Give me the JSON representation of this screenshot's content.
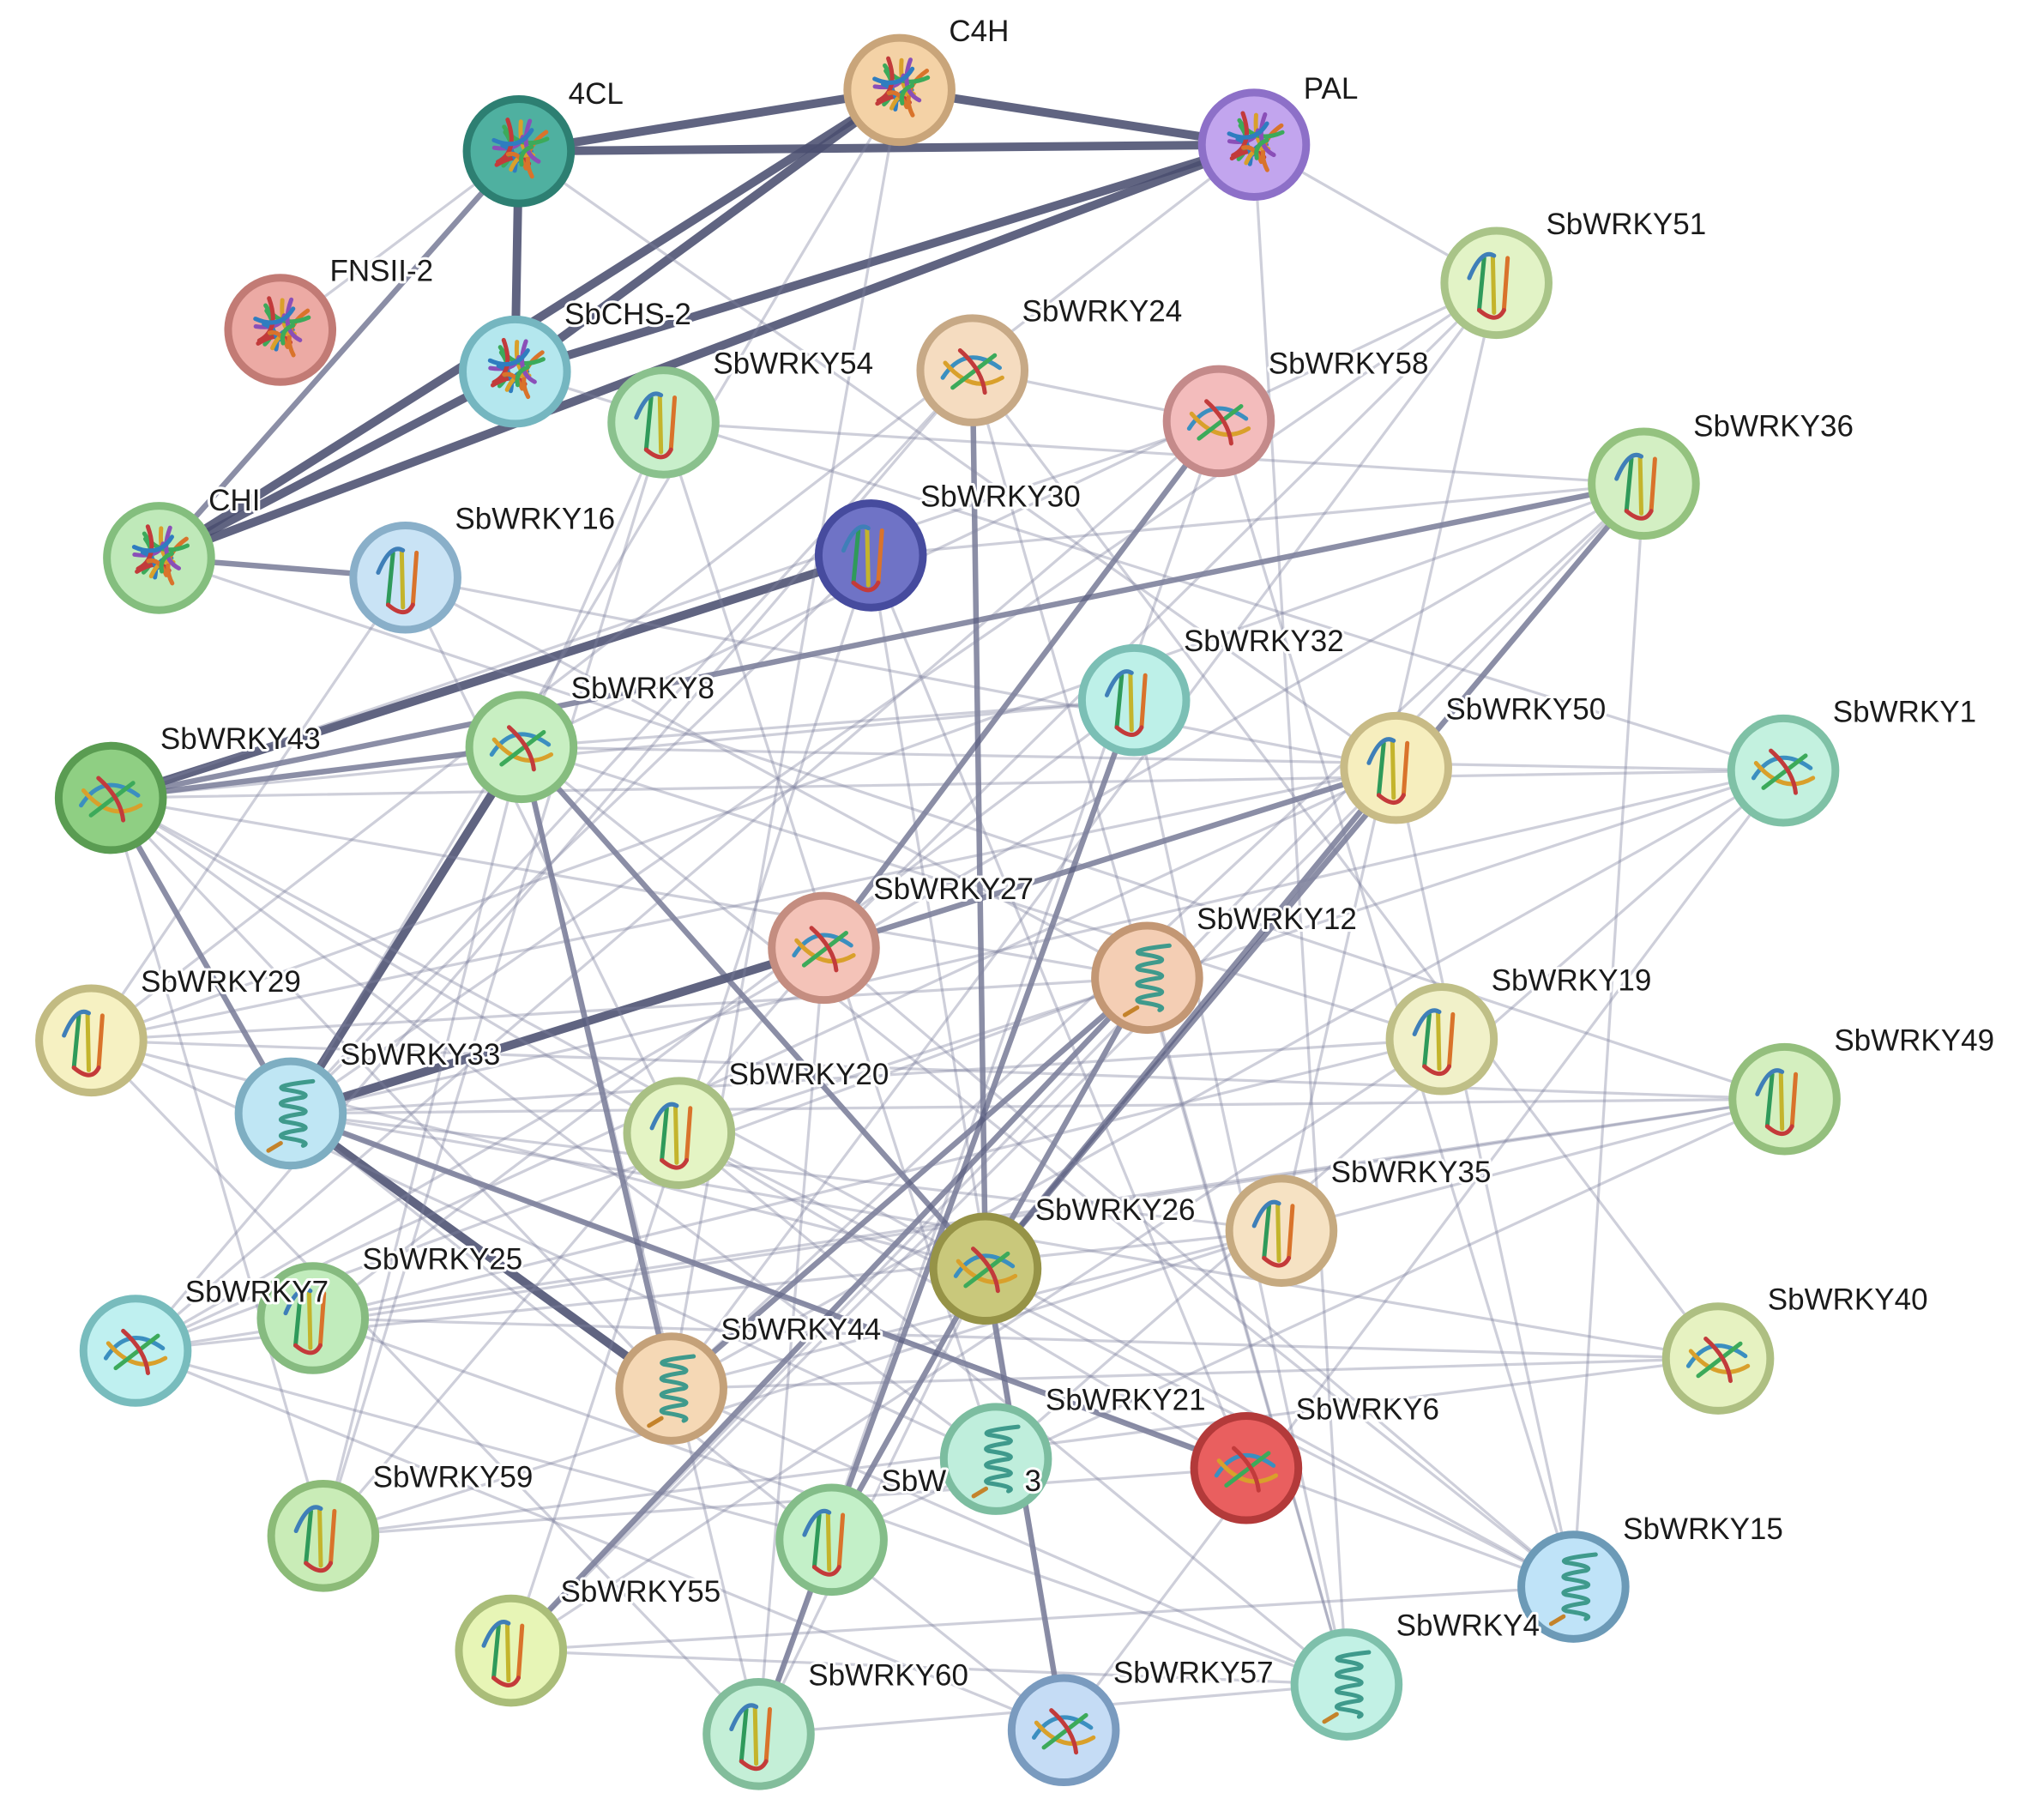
{
  "network": {
    "nodes": [
      {
        "id": "C4H",
        "label": "C4H",
        "color": "#f4d2a6",
        "ring": "#c9a57a",
        "glyph": "enzyme"
      },
      {
        "id": "PAL",
        "label": "PAL",
        "color": "#c2a5ee",
        "ring": "#8d70c8",
        "glyph": "enzyme"
      },
      {
        "id": "4CL",
        "label": "4CL",
        "color": "#4fb0a0",
        "ring": "#2d7f72",
        "glyph": "enzyme"
      },
      {
        "id": "FNSII-2",
        "label": "FNSII-2",
        "color": "#ecaaa4",
        "ring": "#c27b75",
        "glyph": "enzyme"
      },
      {
        "id": "SbCHS-2",
        "label": "SbCHS-2",
        "color": "#b4e7ee",
        "ring": "#75b6c0",
        "glyph": "enzyme"
      },
      {
        "id": "CHI",
        "label": "CHI",
        "color": "#bfe9b9",
        "ring": "#84be7e",
        "glyph": "enzyme"
      },
      {
        "id": "SbWRKY16",
        "label": "SbWRKY16",
        "color": "#c9e3f5",
        "ring": "#89afc9",
        "glyph": "sheet"
      },
      {
        "id": "SbWRKY54",
        "label": "SbWRKY54",
        "color": "#c8efcb",
        "ring": "#8ac18d",
        "glyph": "sheet"
      },
      {
        "id": "SbWRKY24",
        "label": "SbWRKY24",
        "color": "#f5dcc0",
        "ring": "#c7a986",
        "glyph": "twist"
      },
      {
        "id": "SbWRKY58",
        "label": "SbWRKY58",
        "color": "#f3bcbc",
        "ring": "#c48a8a",
        "glyph": "twist"
      },
      {
        "id": "SbWRKY51",
        "label": "SbWRKY51",
        "color": "#e2f3c6",
        "ring": "#a9c488",
        "glyph": "sheet"
      },
      {
        "id": "SbWRKY36",
        "label": "SbWRKY36",
        "color": "#d3efc3",
        "ring": "#94c27f",
        "glyph": "sheet"
      },
      {
        "id": "SbWRKY30",
        "label": "SbWRKY30",
        "color": "#6f73c6",
        "ring": "#464b9e",
        "glyph": "sheet"
      },
      {
        "id": "SbWRKY32",
        "label": "SbWRKY32",
        "color": "#bdf0e8",
        "ring": "#7bbfb5",
        "glyph": "sheet"
      },
      {
        "id": "SbWRKY8",
        "label": "SbWRKY8",
        "color": "#c8efc2",
        "ring": "#86bd7f",
        "glyph": "twist"
      },
      {
        "id": "SbWRKY43",
        "label": "SbWRKY43",
        "color": "#8fcf83",
        "ring": "#5a9c52",
        "glyph": "twist"
      },
      {
        "id": "SbWRKY50",
        "label": "SbWRKY50",
        "color": "#f6eebe",
        "ring": "#c8bb86",
        "glyph": "sheet"
      },
      {
        "id": "SbWRKY1",
        "label": "SbWRKY1",
        "color": "#c3f1df",
        "ring": "#7fc1a6",
        "glyph": "twist"
      },
      {
        "id": "SbWRKY27",
        "label": "SbWRKY27",
        "color": "#f4c3b8",
        "ring": "#c48d80",
        "glyph": "twist"
      },
      {
        "id": "SbWRKY12",
        "label": "SbWRKY12",
        "color": "#f4ceb4",
        "ring": "#c39774",
        "glyph": "helix"
      },
      {
        "id": "SbWRKY29",
        "label": "SbWRKY29",
        "color": "#f6f1c2",
        "ring": "#c2bb82",
        "glyph": "sheet"
      },
      {
        "id": "SbWRKY19",
        "label": "SbWRKY19",
        "color": "#f1f1c9",
        "ring": "#bfbf87",
        "glyph": "sheet"
      },
      {
        "id": "SbWRKY49",
        "label": "SbWRKY49",
        "color": "#d4efbf",
        "ring": "#94bf7d",
        "glyph": "sheet"
      },
      {
        "id": "SbWRKY33",
        "label": "SbWRKY33",
        "color": "#bfe6f4",
        "ring": "#7eaec2",
        "glyph": "helix"
      },
      {
        "id": "SbWRKY20",
        "label": "SbWRKY20",
        "color": "#e4f4c4",
        "ring": "#a9c084",
        "glyph": "sheet"
      },
      {
        "id": "SbWRKY35",
        "label": "SbWRKY35",
        "color": "#f6e2c3",
        "ring": "#c6aa80",
        "glyph": "sheet"
      },
      {
        "id": "SbWRKY26",
        "label": "SbWRKY26",
        "color": "#c9c87b",
        "ring": "#969347",
        "glyph": "twist"
      },
      {
        "id": "SbWRKY25",
        "label": "SbWRKY25",
        "color": "#c1ecbc",
        "ring": "#86bb80",
        "glyph": "sheet"
      },
      {
        "id": "SbWRKY7",
        "label": "SbWRKY7",
        "color": "#bff0f0",
        "ring": "#78bcbd",
        "glyph": "twist"
      },
      {
        "id": "SbWRKY44",
        "label": "SbWRKY44",
        "color": "#f5d8b5",
        "ring": "#c4a179",
        "glyph": "helix"
      },
      {
        "id": "SbWRKY40",
        "label": "SbWRKY40",
        "color": "#e6f2c1",
        "ring": "#aebf82",
        "glyph": "twist"
      },
      {
        "id": "SbWRKY21",
        "label": "SbWRKY21",
        "color": "#bfeedc",
        "ring": "#7cbda0",
        "glyph": "helix"
      },
      {
        "id": "SbWRKY6",
        "label": "SbWRKY6",
        "color": "#e95f5f",
        "ring": "#b33a3a",
        "glyph": "twist"
      },
      {
        "id": "SbWRKY59",
        "label": "SbWRKY59",
        "color": "#c9ecb7",
        "ring": "#8cbb78",
        "glyph": "sheet"
      },
      {
        "id": "SbW",
        "label": "SbW",
        "color": "#c3f0c8",
        "ring": "#84bd89",
        "glyph": "sheet"
      },
      {
        "id": "3",
        "label": "3",
        "color": "#ffffff",
        "ring": "#ffffff",
        "glyph": "none"
      },
      {
        "id": "SbWRKY15",
        "label": "SbWRKY15",
        "color": "#bfe3f8",
        "ring": "#6c9ab7",
        "glyph": "helix"
      },
      {
        "id": "SbWRKY55",
        "label": "SbWRKY55",
        "color": "#e7f5b6",
        "ring": "#aabd79",
        "glyph": "sheet"
      },
      {
        "id": "SbWRKY4",
        "label": "SbWRKY4",
        "color": "#c2f1e5",
        "ring": "#7ec0ab",
        "glyph": "helix"
      },
      {
        "id": "SbWRKY57",
        "label": "SbWRKY57",
        "color": "#c5dcf5",
        "ring": "#7a9bbf",
        "glyph": "twist"
      },
      {
        "id": "SbWRKY60",
        "label": "SbWRKY60",
        "color": "#c4efd7",
        "ring": "#82bd9b",
        "glyph": "sheet"
      }
    ],
    "edges": [
      [
        "4CL",
        "C4H",
        3
      ],
      [
        "4CL",
        "PAL",
        3
      ],
      [
        "C4H",
        "PAL",
        3
      ],
      [
        "4CL",
        "SbCHS-2",
        3
      ],
      [
        "C4H",
        "SbCHS-2",
        3
      ],
      [
        "PAL",
        "SbCHS-2",
        3
      ],
      [
        "C4H",
        "CHI",
        3
      ],
      [
        "PAL",
        "CHI",
        3
      ],
      [
        "SbCHS-2",
        "CHI",
        3
      ],
      [
        "4CL",
        "CHI",
        2
      ],
      [
        "4CL",
        "FNSII-2",
        1
      ],
      [
        "CHI",
        "SbWRKY16",
        2
      ],
      [
        "SbWRKY30",
        "SbWRKY43",
        3
      ],
      [
        "SbWRKY33",
        "SbWRKY8",
        3
      ],
      [
        "SbWRKY33",
        "SbWRKY27",
        3
      ],
      [
        "SbWRKY33",
        "SbWRKY44",
        3
      ],
      [
        "SbWRKY27",
        "SbWRKY50",
        2
      ],
      [
        "SbWRKY44",
        "SbWRKY12",
        2
      ],
      [
        "SbWRKY43",
        "SbWRKY33",
        2
      ],
      [
        "SbWRKY8",
        "SbWRKY26",
        2
      ],
      [
        "SbWRKY43",
        "SbWRKY8",
        2
      ],
      [
        "SbWRKY8",
        "SbWRKY44",
        2
      ],
      [
        "SbWRKY26",
        "SbWRKY50",
        2
      ],
      [
        "SbWRKY24",
        "SbWRKY26",
        2
      ],
      [
        "SbWRKY58",
        "SbWRKY27",
        2
      ],
      [
        "SbWRKY36",
        "SbWRKY26",
        2
      ],
      [
        "SbWRKY36",
        "SbWRKY43",
        2
      ],
      [
        "SbWRKY33",
        "SbWRKY6",
        2
      ],
      [
        "SbWRKY12",
        "SbWRKY55",
        2
      ],
      [
        "SbWRKY26",
        "SbWRKY57",
        2
      ],
      [
        "SbWRKY32",
        "SbWRKY60",
        2
      ],
      [
        "SbWRKY12",
        "SbW",
        2
      ],
      [
        "SbWRKY16",
        "SbWRKY12",
        1
      ],
      [
        "SbWRKY16",
        "SbWRKY20",
        1
      ],
      [
        "SbWRKY16",
        "SbWRKY50",
        1
      ],
      [
        "SbWRKY16",
        "SbWRKY29",
        1
      ],
      [
        "SbWRKY54",
        "SbWRKY8",
        1
      ],
      [
        "SbWRKY54",
        "SbWRKY21",
        1
      ],
      [
        "SbWRKY54",
        "SbWRKY36",
        1
      ],
      [
        "SbWRKY54",
        "SbWRKY59",
        1
      ],
      [
        "SbWRKY24",
        "SbWRKY33",
        1
      ],
      [
        "SbWRKY24",
        "SbWRKY4",
        1
      ],
      [
        "SbWRKY24",
        "SbWRKY7",
        1
      ],
      [
        "SbWRKY24",
        "SbWRKY40",
        1
      ],
      [
        "SbWRKY58",
        "SbWRKY7",
        1
      ],
      [
        "SbWRKY58",
        "SbWRKY60",
        1
      ],
      [
        "SbWRKY58",
        "SbWRKY15",
        1
      ],
      [
        "SbWRKY58",
        "SbWRKY43",
        1
      ],
      [
        "SbWRKY51",
        "SbWRKY8",
        1
      ],
      [
        "SbWRKY51",
        "SbWRKY33",
        1
      ],
      [
        "SbWRKY51",
        "SbWRKY44",
        1
      ],
      [
        "SbWRKY51",
        "SbWRKY27",
        1
      ],
      [
        "SbWRKY51",
        "SbWRKY35",
        1
      ],
      [
        "SbWRKY36",
        "SbWRKY44",
        1
      ],
      [
        "SbWRKY36",
        "SbWRKY29",
        1
      ],
      [
        "SbWRKY36",
        "SbWRKY7",
        1
      ],
      [
        "SbWRKY36",
        "SbWRKY15",
        1
      ],
      [
        "SbWRKY36",
        "SbWRKY55",
        1
      ],
      [
        "SbWRKY30",
        "SbWRKY33",
        1
      ],
      [
        "SbWRKY30",
        "SbWRKY55",
        1
      ],
      [
        "SbWRKY30",
        "SbWRKY6",
        1
      ],
      [
        "SbWRKY30",
        "SbWRKY57",
        1
      ],
      [
        "SbWRKY32",
        "SbWRKY43",
        1
      ],
      [
        "SbWRKY32",
        "SbWRKY25",
        1
      ],
      [
        "SbWRKY32",
        "SbWRKY8",
        1
      ],
      [
        "SbWRKY32",
        "SbWRKY4",
        1
      ],
      [
        "SbWRKY8",
        "SbWRKY1",
        1
      ],
      [
        "SbWRKY8",
        "SbWRKY15",
        1
      ],
      [
        "SbWRKY8",
        "SbWRKY59",
        1
      ],
      [
        "SbWRKY8",
        "SbWRKY60",
        1
      ],
      [
        "SbWRKY43",
        "SbWRKY1",
        1
      ],
      [
        "SbWRKY43",
        "SbWRKY44",
        1
      ],
      [
        "SbWRKY43",
        "SbWRKY21",
        1
      ],
      [
        "SbWRKY43",
        "SbWRKY59",
        1
      ],
      [
        "SbWRKY43",
        "SbWRKY26",
        1
      ],
      [
        "SbWRKY50",
        "SbWRKY29",
        1
      ],
      [
        "SbWRKY50",
        "SbWRKY7",
        1
      ],
      [
        "SbWRKY50",
        "SbWRKY55",
        1
      ],
      [
        "SbWRKY50",
        "SbWRKY15",
        1
      ],
      [
        "SbWRKY1",
        "SbWRKY33",
        1
      ],
      [
        "SbWRKY1",
        "SbWRKY44",
        1
      ],
      [
        "SbWRKY1",
        "SbWRKY57",
        1
      ],
      [
        "SbWRKY27",
        "SbWRKY15",
        1
      ],
      [
        "SbWRKY27",
        "SbWRKY59",
        1
      ],
      [
        "SbWRKY27",
        "SbWRKY60",
        1
      ],
      [
        "SbWRKY12",
        "SbWRKY29",
        1
      ],
      [
        "SbWRKY12",
        "SbWRKY4",
        1
      ],
      [
        "SbWRKY12",
        "SbWRKY7",
        1
      ],
      [
        "SbWRKY29",
        "SbWRKY49",
        1
      ],
      [
        "SbWRKY29",
        "SbWRKY60",
        1
      ],
      [
        "SbWRKY19",
        "SbWRKY33",
        1
      ],
      [
        "SbWRKY19",
        "SbWRKY25",
        1
      ],
      [
        "SbWRKY19",
        "SbWRKY55",
        1
      ],
      [
        "SbWRKY49",
        "SbWRKY33",
        1
      ],
      [
        "SbWRKY49",
        "SbWRKY25",
        1
      ],
      [
        "SbWRKY49",
        "SbWRKY44",
        1
      ],
      [
        "SbWRKY49",
        "SbWRKY7",
        1
      ],
      [
        "SbWRKY33",
        "SbWRKY40",
        1
      ],
      [
        "SbWRKY33",
        "SbWRKY57",
        1
      ],
      [
        "SbWRKY33",
        "SbWRKY15",
        1
      ],
      [
        "SbWRKY20",
        "SbWRKY1",
        1
      ],
      [
        "SbWRKY20",
        "SbWRKY15",
        1
      ],
      [
        "SbWRKY35",
        "SbWRKY7",
        1
      ],
      [
        "SbWRKY35",
        "SbWRKY59",
        1
      ],
      [
        "SbWRKY26",
        "SbWRKY29",
        1
      ],
      [
        "SbWRKY26",
        "SbWRKY60",
        1
      ],
      [
        "SbWRKY25",
        "SbWRKY40",
        1
      ],
      [
        "SbWRKY25",
        "SbWRKY4",
        1
      ],
      [
        "SbWRKY44",
        "SbWRKY4",
        1
      ],
      [
        "SbWRKY44",
        "SbWRKY40",
        1
      ],
      [
        "SbWRKY40",
        "SbWRKY59",
        1
      ],
      [
        "SbWRKY21",
        "SbWRKY29",
        1
      ],
      [
        "SbWRKY6",
        "SbWRKY59",
        1
      ],
      [
        "SbWRKY6",
        "SbWRKY43",
        1
      ],
      [
        "SbWRKY15",
        "SbWRKY55",
        1
      ],
      [
        "SbWRKY55",
        "SbWRKY4",
        1
      ],
      [
        "SbWRKY57",
        "SbWRKY7",
        1
      ],
      [
        "SbWRKY60",
        "SbWRKY4",
        1
      ],
      [
        "SbW",
        "SbWRKY49",
        1
      ],
      [
        "SbW",
        "SbWRKY7",
        1
      ],
      [
        "SbWRKY20",
        "SbWRKY4",
        1
      ],
      [
        "SbWRKY21",
        "SbWRKY1",
        1
      ],
      [
        "SbWRKY24",
        "SbWRKY58",
        1
      ],
      [
        "SbWRKY19",
        "SbWRKY8",
        1
      ],
      [
        "SbWRKY35",
        "SbWRKY33",
        1
      ],
      [
        "SbWRKY26",
        "SbWRKY15",
        1
      ],
      [
        "SbWRKY12",
        "SbWRKY43",
        1
      ],
      [
        "SbWRKY30",
        "SbWRKY36",
        1
      ],
      [
        "PAL",
        "SbWRKY29",
        1
      ],
      [
        "PAL",
        "SbWRKY4",
        1
      ],
      [
        "C4H",
        "SbWRKY44",
        1
      ],
      [
        "4CL",
        "SbWRKY50",
        1
      ],
      [
        "SbCHS-2",
        "SbWRKY1",
        1
      ],
      [
        "CHI",
        "SbWRKY49",
        1
      ],
      [
        "PAL",
        "SbWRKY51",
        1
      ],
      [
        "C4H",
        "SbWRKY33",
        1
      ]
    ]
  }
}
